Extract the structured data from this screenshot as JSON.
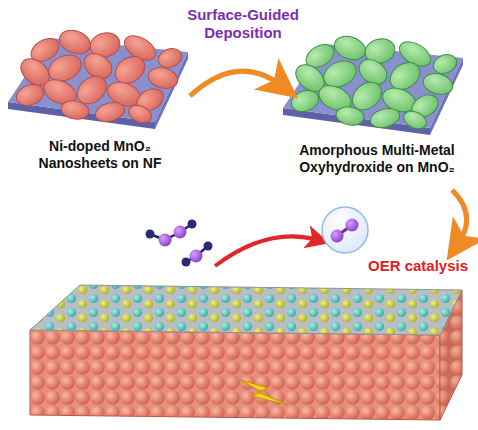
{
  "diagram": {
    "labels": [
      "Surface-Guided Deposition",
      "Ni-doped MnO₂ Nanosheets on NF",
      "Amorphous Multi-Metal Oxyhydroxide on MnO₂",
      "OER catalysis"
    ]
  }
}
